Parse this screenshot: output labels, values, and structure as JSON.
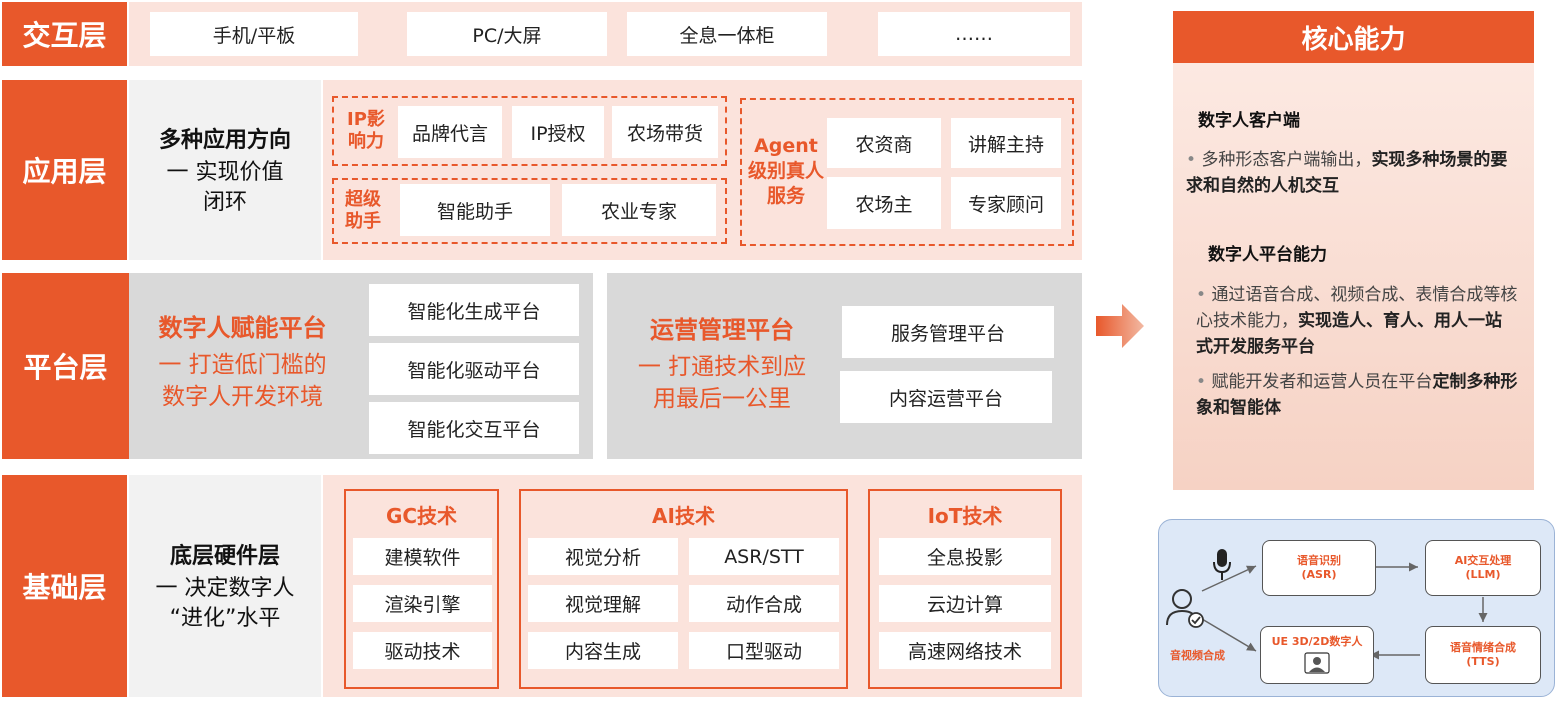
{
  "layers": {
    "interaction": {
      "label": "交互层",
      "items": [
        "手机/平板",
        "PC/大屏",
        "全息一体柜",
        "……"
      ]
    },
    "application": {
      "label": "应用层",
      "title": "多种应用方向",
      "subtitle_line1": "一 实现价值",
      "subtitle_line2": "闭环",
      "ip_group": {
        "label": "IP影响力",
        "items": [
          "品牌代言",
          "IP授权",
          "农场带货"
        ]
      },
      "assistant_group": {
        "label": "超级助手",
        "items": [
          "智能助手",
          "农业专家"
        ]
      },
      "agent_group": {
        "label": "Agent级别真人服务",
        "items": [
          "农资商",
          "讲解主持",
          "农场主",
          "专家顾问"
        ]
      }
    },
    "platform": {
      "label": "平台层",
      "left": {
        "title": "数字人赋能平台",
        "sub1": "一 打造低门槛的",
        "sub2": "数字人开发环境",
        "items": [
          "智能化生成平台",
          "智能化驱动平台",
          "智能化交互平台"
        ]
      },
      "right": {
        "title": "运营管理平台",
        "sub1": "一 打通技术到应",
        "sub2": "用最后一公里",
        "items": [
          "服务管理平台",
          "内容运营平台"
        ]
      }
    },
    "foundation": {
      "label": "基础层",
      "title": "底层硬件层",
      "sub1": "一 决定数字人",
      "sub2": "“进化”水平",
      "gc": {
        "title": "GC技术",
        "items": [
          "建模软件",
          "渲染引擎",
          "驱动技术"
        ]
      },
      "ai": {
        "title": "AI技术",
        "items": [
          "视觉分析",
          "ASR/STT",
          "视觉理解",
          "动作合成",
          "内容生成",
          "口型驱动"
        ]
      },
      "iot": {
        "title": "IoT技术",
        "items": [
          "全息投影",
          "云边计算",
          "高速网络技术"
        ]
      }
    }
  },
  "core": {
    "title": "核心能力",
    "client": {
      "heading": "数字人客户端",
      "text_normal": "多种形态客户端输出，",
      "text_bold": "实现多种场景的要求和自然的人机交互"
    },
    "platform": {
      "heading": "数字人平台能力",
      "b1_normal": "通过语音合成、视频合成、表情合成等核心技术能力，",
      "b1_bold": "实现造人、育人、用人一站式开发服务平台",
      "b2_normal": "赋能开发者和运营人员在平台",
      "b2_bold": "定制多种形象和智能体"
    }
  },
  "flow": {
    "asr": [
      "语音识别",
      "(ASR)"
    ],
    "llm": [
      "AI交互处理",
      "(LLM)"
    ],
    "tts": [
      "语音情绪合成",
      "(TTS)"
    ],
    "ue": "UE 3D/2D数字人",
    "av_label": "音视频合成"
  },
  "colors": {
    "accent": "#e8582b",
    "pink_bg": "#fbe3dc",
    "gray_bg": "#d9d9d9"
  }
}
